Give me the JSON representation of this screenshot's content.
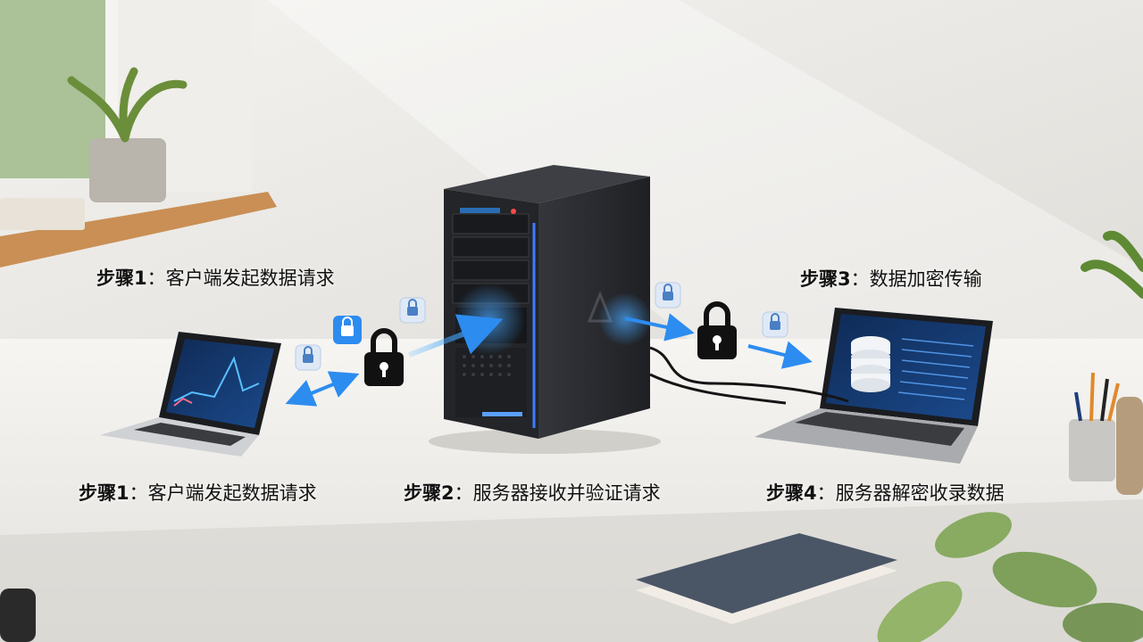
{
  "steps": {
    "top_left": {
      "step": "步骤1",
      "text": "：客户端发起数据请求"
    },
    "top_right": {
      "step": "步骤3",
      "text": "：数据加密传输"
    },
    "bottom_left": {
      "step": "步骤1",
      "text": "：客户端发起数据请求"
    },
    "bottom_mid": {
      "step": "步骤2",
      "text": "：服务器接收并验证请求"
    },
    "bottom_right": {
      "step": "步骤4",
      "text": "：服务器解密收录数据"
    }
  },
  "icons": [
    "laptop-icon",
    "server-tower-icon",
    "padlock-icon",
    "database-icon",
    "lock-badge-icon",
    "double-arrow-icon",
    "arrow-right-icon",
    "plant-icon",
    "window-icon",
    "notebook-icon",
    "pencil-cup-icon"
  ],
  "colors": {
    "accent_blue": "#2d8cf0",
    "server_body": "#2a2c30",
    "desk": "#f2f0ec",
    "wall": "#e9e7e3"
  }
}
